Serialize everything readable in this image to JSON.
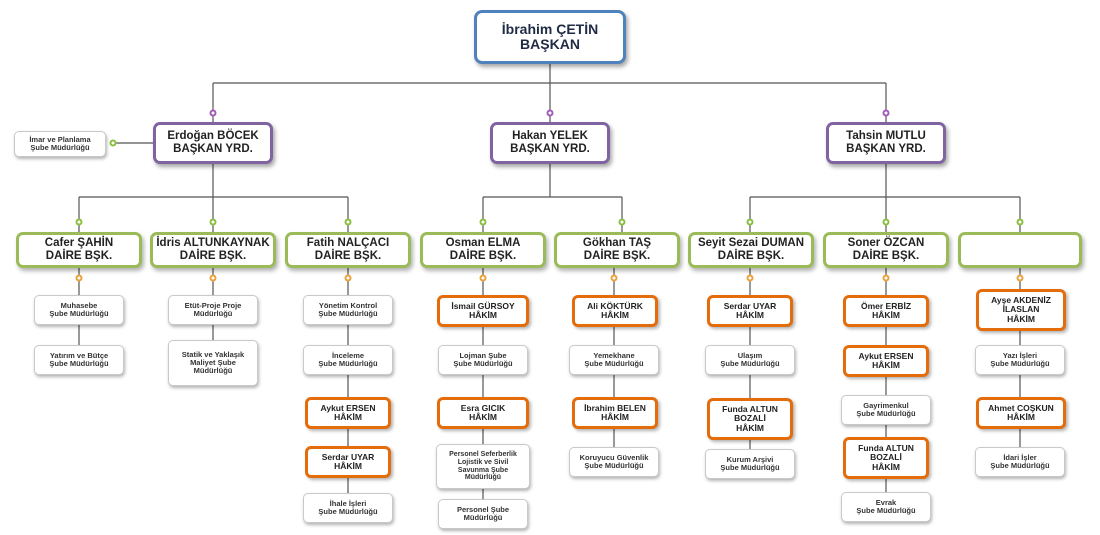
{
  "president": {
    "name": "İbrahim ÇETİN",
    "title": "BAŞKAN"
  },
  "vice_presidents": [
    {
      "name": "Erdoğan BÖCEK",
      "title": "BAŞKAN YRD."
    },
    {
      "name": "Hakan YELEK",
      "title": "BAŞKAN YRD."
    },
    {
      "name": "Tahsin MUTLU",
      "title": "BAŞKAN YRD."
    }
  ],
  "side_unit": {
    "line1": "İmar ve Planlama",
    "line2": "Şube Müdürlüğü"
  },
  "departments": [
    {
      "name": "Cafer ŞAHİN",
      "title": "DAİRE BŞK."
    },
    {
      "name": "İdris ALTUNKAYNAK",
      "title": "DAİRE BŞK."
    },
    {
      "name": "Fatih NALÇACI",
      "title": "DAİRE BŞK."
    },
    {
      "name": "Osman ELMA",
      "title": "DAİRE BŞK."
    },
    {
      "name": "Gökhan TAŞ",
      "title": "DAİRE BŞK."
    },
    {
      "name": "Seyit Sezai DUMAN",
      "title": "DAİRE BŞK."
    },
    {
      "name": "Soner ÖZCAN",
      "title": "DAİRE BŞK."
    },
    {
      "name": "",
      "title": ""
    }
  ],
  "units": {
    "muhasebe": [
      "Muhasebe",
      "Şube Müdürlüğü"
    ],
    "yatirim": [
      "Yatırım ve Bütçe",
      "Şube Müdürlüğü"
    ],
    "etut": [
      "Etüt-Proje Proje",
      "Müdürlüğü"
    ],
    "statik": [
      "Statik ve Yaklaşık",
      "Maliyet Şube",
      "Müdürlüğü"
    ],
    "yonetim": [
      "Yönetim Kontrol",
      "Şube Müdürlüğü"
    ],
    "inceleme": [
      "İnceleme",
      "Şube Müdürlüğü"
    ],
    "aykut1": [
      "Aykut ERSEN",
      "HÂKİM"
    ],
    "serdar1": [
      "Serdar UYAR",
      "HÂKİM"
    ],
    "ihale": [
      "İhale İşleri",
      "Şube Müdürlüğü"
    ],
    "ismail": [
      "İsmail GÜRSOY",
      "HÂKİM"
    ],
    "lojman": [
      "Lojman Şube",
      "Şube Müdürlüğü"
    ],
    "esra": [
      "Esra GICIK",
      "HÂKİM"
    ],
    "seferberlik": [
      "Personel Seferberlik",
      "Lojistik ve Sivil",
      "Savunma Şube",
      "Müdürlüğü"
    ],
    "personel": [
      "Personel Şube",
      "Müdürlüğü"
    ],
    "ali": [
      "Ali KÖKTÜRK",
      "HÂKİM"
    ],
    "yemekhane": [
      "Yemekhane",
      "Şube Müdürlüğü"
    ],
    "ibrahim_belen": [
      "İbrahim BELEN",
      "HÂKİM"
    ],
    "koruyucu": [
      "Koruyucu Güvenlik",
      "Şube Müdürlüğü"
    ],
    "serdar2": [
      "Serdar UYAR",
      "HÂKİM"
    ],
    "ulasim": [
      "Ulaşım",
      "Şube Müdürlüğü"
    ],
    "funda1": [
      "Funda ALTUN",
      "BOZALİ",
      "HÂKİM"
    ],
    "kurum": [
      "Kurum Arşivi",
      "Şube Müdürlüğü"
    ],
    "omer": [
      "Ömer ERBİZ",
      "HÂKİM"
    ],
    "aykut2": [
      "Aykut ERSEN",
      "HÂKİM"
    ],
    "gayrimenkul": [
      "Gayrimenkul",
      "Şube Müdürlüğü"
    ],
    "funda2": [
      "Funda ALTUN",
      "BOZALİ",
      "HÂKİM"
    ],
    "evrak": [
      "Evrak",
      "Şube Müdürlüğü"
    ],
    "ayse": [
      "Ayşe AKDENİZ",
      "İLASLAN",
      "HÂKİM"
    ],
    "yazi": [
      "Yazı İşleri",
      "Şube Müdürlüğü"
    ],
    "ahmet": [
      "Ahmet COŞKUN",
      "HÂKİM"
    ],
    "idari": [
      "İdari İşler",
      "Şube Müdürlüğü"
    ]
  }
}
